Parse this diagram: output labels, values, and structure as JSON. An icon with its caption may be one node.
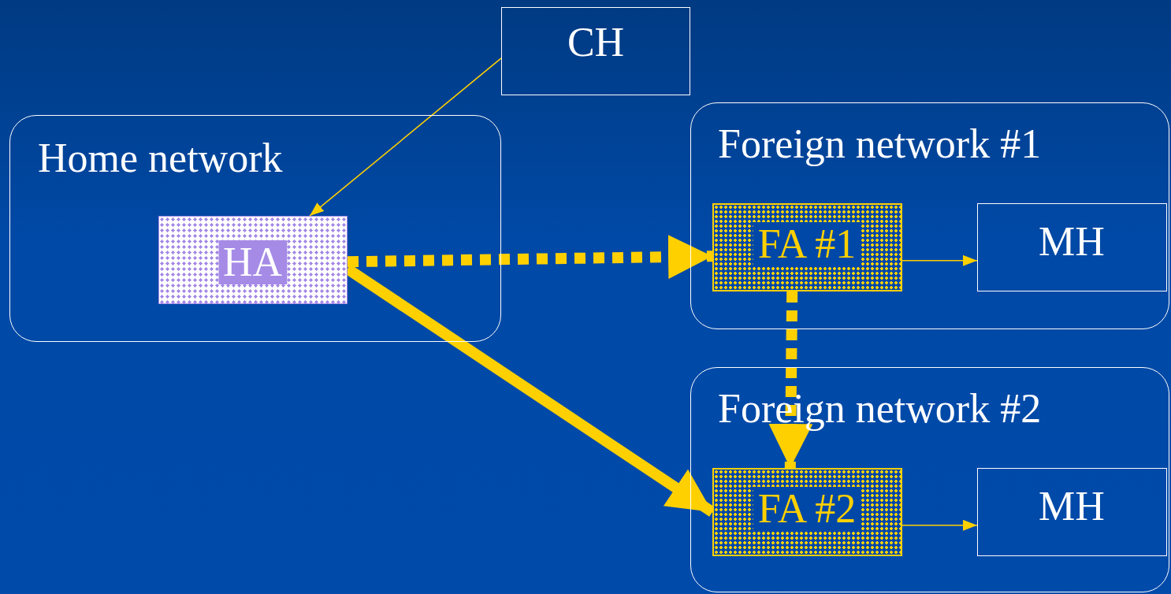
{
  "diagram": {
    "nodes": [
      {
        "text": [
          "CH"
        ]
      },
      {
        "text": [
          "Home network"
        ]
      },
      {
        "text": [
          "HA"
        ],
        "in": 1
      },
      {
        "text": [
          "Foreign network #1"
        ]
      },
      {
        "text": [
          "FA #1"
        ],
        "in": 3
      },
      {
        "text": [
          "MH"
        ],
        "in": 3
      },
      {
        "text": [
          "Foreign network #2"
        ]
      },
      {
        "text": [
          "FA #2"
        ],
        "in": 6
      },
      {
        "text": [
          "MH"
        ],
        "in": 6
      }
    ],
    "edges": [
      {
        "from": 0,
        "to": 2,
        "arrow": "to"
      },
      {
        "from": 2,
        "to": 4,
        "arrow": "to",
        "style": "dashed"
      },
      {
        "from": 2,
        "to": 7,
        "arrow": "to",
        "style": "thick"
      },
      {
        "from": 4,
        "to": 7,
        "arrow": "to",
        "style": "dashed"
      },
      {
        "from": 4,
        "to": 5,
        "arrow": "to"
      },
      {
        "from": 7,
        "to": 8,
        "arrow": "to"
      }
    ]
  }
}
